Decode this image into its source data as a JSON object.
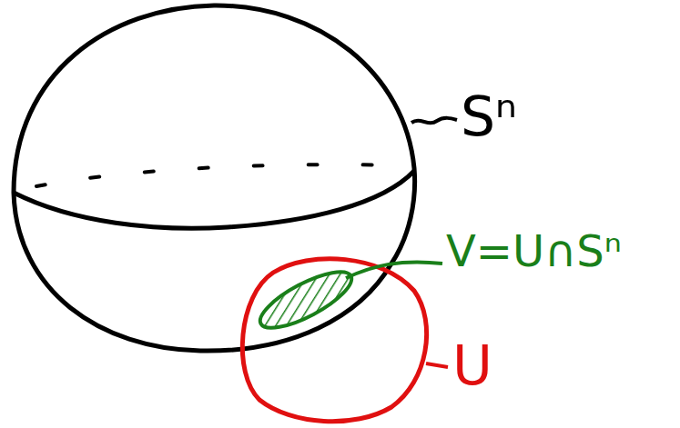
{
  "diagram": {
    "labels": [
      "Sⁿ",
      "V=U∩Sⁿ",
      "U"
    ]
  }
}
